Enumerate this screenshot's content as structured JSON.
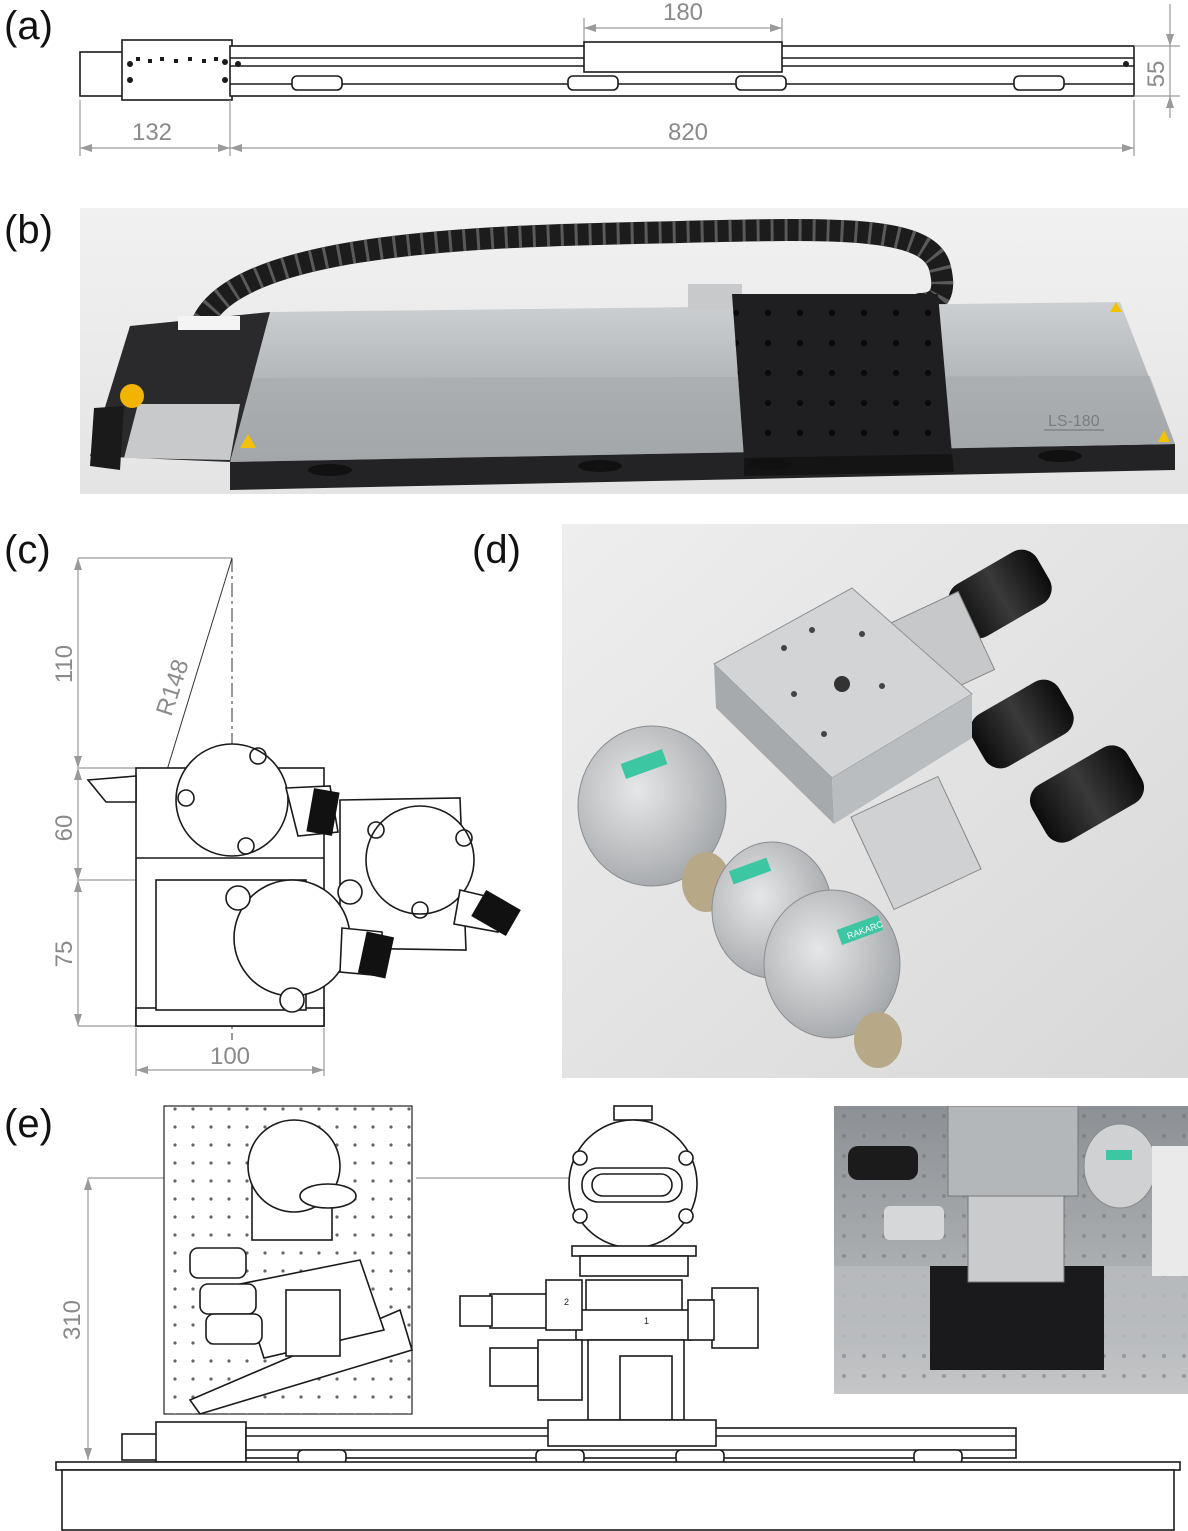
{
  "panels": {
    "a": {
      "label": "(a)",
      "dims": {
        "carriage_length": "180",
        "height": "55",
        "motor_length": "132",
        "stage_length": "820"
      }
    },
    "b": {
      "label": "(b)",
      "product_marking": "LS-180"
    },
    "c": {
      "label": "(c)",
      "dims": {
        "radius": "R148",
        "upper": "110",
        "middle": "60",
        "lower": "75",
        "width": "100"
      }
    },
    "d": {
      "label": "(d)",
      "encoder_label": "RAKARC"
    },
    "e": {
      "label": "(e)",
      "dims": {
        "height": "310"
      },
      "flange_numbers": [
        "1",
        "2"
      ]
    }
  },
  "colors": {
    "dimension": "#8a8a8a",
    "drawing_line": "#1a1a1a",
    "aluminum": "#b9bcbf",
    "anodized_black": "#1e1e20",
    "warning_yellow": "#f2c200",
    "encoder_label": "#3cc7a2"
  }
}
